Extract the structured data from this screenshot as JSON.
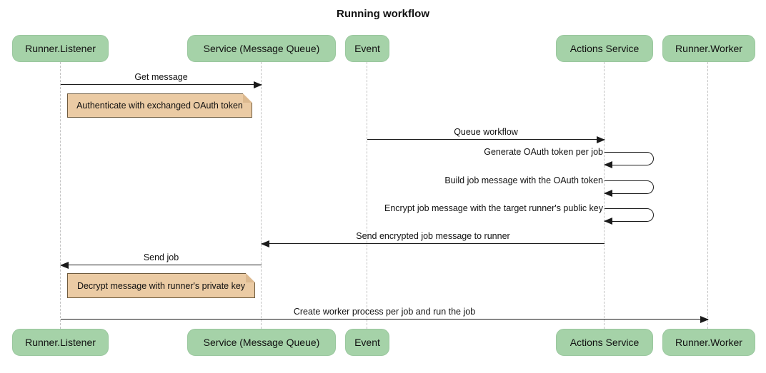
{
  "title": "Running workflow",
  "diagram_type": "sequence",
  "participants": [
    {
      "id": "runner-listener",
      "label": "Runner.Listener"
    },
    {
      "id": "service-message-queue",
      "label": "Service (Message Queue)"
    },
    {
      "id": "event",
      "label": "Event"
    },
    {
      "id": "actions-service",
      "label": "Actions Service"
    },
    {
      "id": "runner-worker",
      "label": "Runner.Worker"
    }
  ],
  "messages": [
    {
      "type": "arrow",
      "from": "Runner.Listener",
      "to": "Service (Message Queue)",
      "label": "Get message"
    },
    {
      "type": "note",
      "over": "Runner.Listener",
      "label": "Authenticate with exchanged OAuth token"
    },
    {
      "type": "arrow",
      "from": "Event",
      "to": "Actions Service",
      "label": "Queue workflow"
    },
    {
      "type": "self",
      "on": "Actions Service",
      "label": "Generate OAuth token per job"
    },
    {
      "type": "self",
      "on": "Actions Service",
      "label": "Build job message with the OAuth token"
    },
    {
      "type": "self",
      "on": "Actions Service",
      "label": "Encrypt job message with the target runner's public key"
    },
    {
      "type": "arrow",
      "from": "Actions Service",
      "to": "Service (Message Queue)",
      "label": "Send encrypted job message to runner"
    },
    {
      "type": "arrow",
      "from": "Service (Message Queue)",
      "to": "Runner.Listener",
      "label": "Send job"
    },
    {
      "type": "note",
      "over": "Runner.Listener",
      "label": "Decrypt message with runner's private key"
    },
    {
      "type": "arrow",
      "from": "Runner.Listener",
      "to": "Runner.Worker",
      "label": "Create worker process per job and run the job"
    }
  ],
  "colors": {
    "participant_fill": "#A5D2A8",
    "participant_border": "#9AC79E",
    "note_fill": "#EBCBA4",
    "note_border": "#6E5B3E",
    "note_fold": "#DCB98F",
    "line": "#1B1B1B",
    "lifeline": "#C2C2C2",
    "text": "#111111"
  }
}
